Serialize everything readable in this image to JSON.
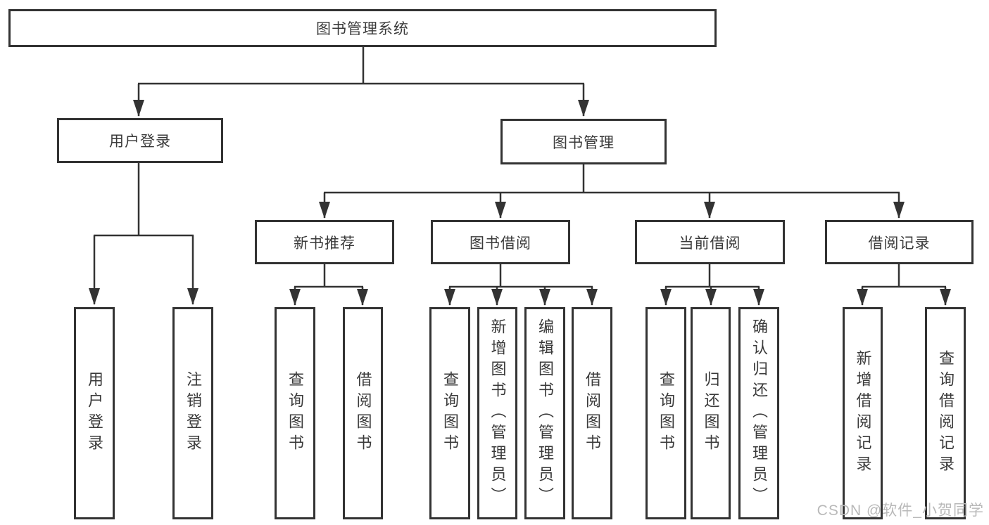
{
  "diagram": {
    "title": "图书管理系统",
    "branches": [
      {
        "label": "用户登录",
        "children": [
          "用户登录",
          "注销登录"
        ]
      },
      {
        "label": "图书管理",
        "modules": [
          {
            "label": "新书推荐",
            "children": [
              "查询图书",
              "借阅图书"
            ]
          },
          {
            "label": "图书借阅",
            "children": [
              "查询图书",
              "新增图书（管理员）",
              "编辑图书（管理员）",
              "借阅图书"
            ]
          },
          {
            "label": "当前借阅",
            "children": [
              "查询图书",
              "归还图书",
              "确认归还（管理员）"
            ]
          },
          {
            "label": "借阅记录",
            "children": [
              "新增借阅记录",
              "查询借阅记录"
            ]
          }
        ]
      }
    ]
  },
  "colors": {
    "line": "#333333",
    "text": "#3a3a3a",
    "watermark": "#b9b9b9",
    "background": "#ffffff"
  },
  "watermark": {
    "text": "CSDN @软件_小贺同学"
  }
}
